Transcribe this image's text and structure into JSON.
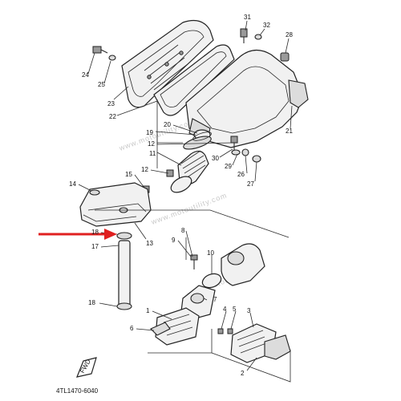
{
  "diagram": {
    "code": "4TL1470-6040",
    "watermark": "www.motoutility.com",
    "fwd_label": "FWD",
    "arrow_color": "#e02020",
    "callouts": [
      {
        "id": "c31",
        "text": "31"
      },
      {
        "id": "c32",
        "text": "32"
      },
      {
        "id": "c28",
        "text": "28"
      },
      {
        "id": "c24",
        "text": "24"
      },
      {
        "id": "c25",
        "text": "25"
      },
      {
        "id": "c23",
        "text": "23"
      },
      {
        "id": "c22",
        "text": "22"
      },
      {
        "id": "c21",
        "text": "21"
      },
      {
        "id": "c20",
        "text": "20"
      },
      {
        "id": "c19",
        "text": "19"
      },
      {
        "id": "c12a",
        "text": "12"
      },
      {
        "id": "c11",
        "text": "11"
      },
      {
        "id": "c30",
        "text": "30"
      },
      {
        "id": "c29",
        "text": "29"
      },
      {
        "id": "c26",
        "text": "26"
      },
      {
        "id": "c27",
        "text": "27"
      },
      {
        "id": "c15",
        "text": "15"
      },
      {
        "id": "c12b",
        "text": "12"
      },
      {
        "id": "c14",
        "text": "14"
      },
      {
        "id": "c13",
        "text": "13"
      },
      {
        "id": "c18a",
        "text": "18"
      },
      {
        "id": "c17",
        "text": "17"
      },
      {
        "id": "c9",
        "text": "9"
      },
      {
        "id": "c8",
        "text": "8"
      },
      {
        "id": "c10",
        "text": "10"
      },
      {
        "id": "c7",
        "text": "7"
      },
      {
        "id": "c18b",
        "text": "18"
      },
      {
        "id": "c1",
        "text": "1"
      },
      {
        "id": "c4",
        "text": "4"
      },
      {
        "id": "c5",
        "text": "5"
      },
      {
        "id": "c3",
        "text": "3"
      },
      {
        "id": "c6",
        "text": "6"
      },
      {
        "id": "c2",
        "text": "2"
      }
    ]
  }
}
